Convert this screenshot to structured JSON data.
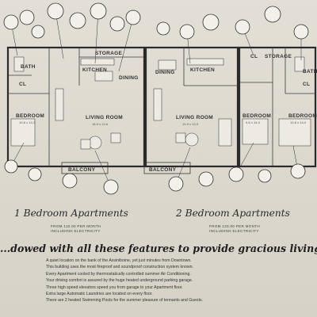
{
  "rooms": {
    "storage": "STORAGE",
    "kitchen": "KITCHEN",
    "dining": "DINING",
    "bath": "BATH",
    "cl": "CL",
    "bedroom": "BEDROOM",
    "living_room": "LIVING ROOM",
    "balcony": "BALCONY"
  },
  "dimensions": {
    "bedroom_left": "10-6 x 14-3",
    "living_left": "18-9 x 12-6",
    "living_right": "19-9 x 12-9",
    "bedroom_mid_right": "9-6 x 14-0",
    "bedroom_far_right": "10-6 x 14-0"
  },
  "left_unit": {
    "heading": "1 Bedroom Apartments",
    "price_line1": "FROM 110.00 PER MONTH",
    "price_line2": "INCLUDING ELECTRICITY"
  },
  "right_unit": {
    "heading": "2 Bedroom Apartments",
    "price_line1": "FROM 133.00 PER MONTH",
    "price_line2": "INCLUDING ELECTRICITY"
  },
  "features_title": "...dowed with all these features to provide gracious living...",
  "features": [
    "A quiet location on the bank of the Assiniboine, yet just minutes from Downtown.",
    "This building uses the most fireproof and soundproof construction system known.",
    "Every Apartment cooled by thermostatically controlled summer Air Conditioning.",
    "Your driving comfort is assured by the huge heated underground parking garage.",
    "Three high speed elevators speed you from garage to your Apartment floor.",
    "Extra large Automatic Laundries are located on every floor.",
    "There are 2 heated Swimming Pools for the summer pleasure of tennants and Guests."
  ]
}
